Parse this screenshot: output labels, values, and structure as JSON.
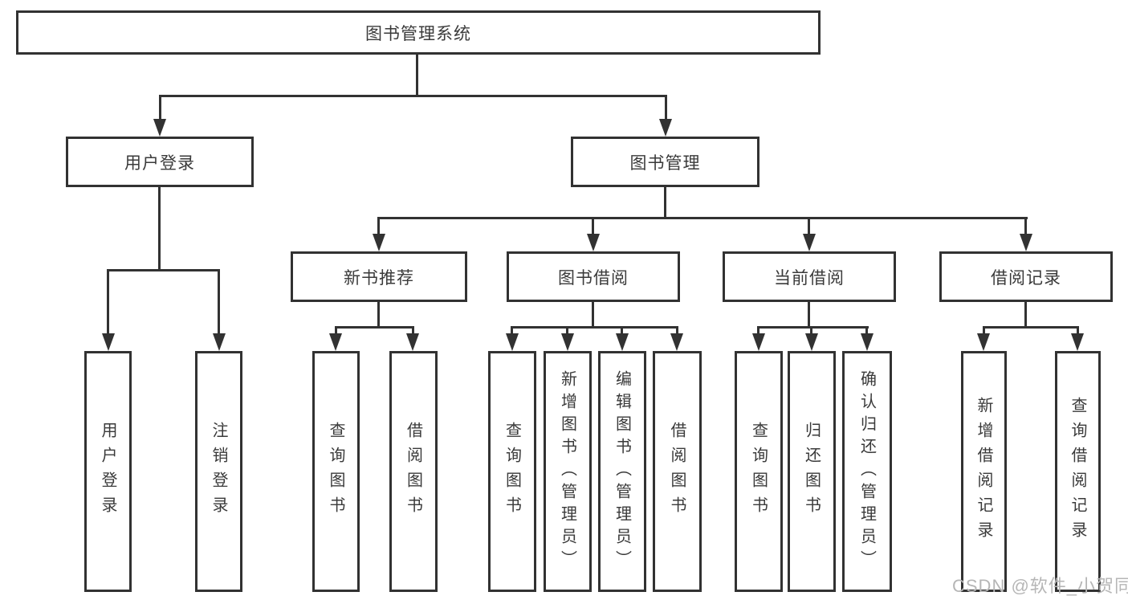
{
  "nodes": {
    "root": "图书管理系统",
    "level2": {
      "user_login": "用户登录",
      "book_management": "图书管理"
    },
    "level3": {
      "new_book_rec": "新书推荐",
      "book_borrow": "图书借阅",
      "current_borrow": "当前借阅",
      "borrow_record": "借阅记录"
    },
    "leaves": {
      "user_login": "用户登录",
      "logout": "注销登录",
      "rec_query_books": "查询图书",
      "rec_borrow_books": "借阅图书",
      "bb_query_books": "查询图书",
      "bb_add_books": "新增图书（管理员）",
      "bb_edit_books": "编辑图书（管理员）",
      "bb_borrow_books": "借阅图书",
      "cb_query_books": "查询图书",
      "cb_return_books": "归还图书",
      "cb_confirm_return": "确认归还（管理员）",
      "br_add_record": "新增借阅记录",
      "br_query_record": "查询借阅记录"
    }
  },
  "watermark": "CSDN @软件_小贺同学",
  "colors": {
    "line": "#323232",
    "text": "#3a3a3a",
    "watermark": "#b6b6b6",
    "background": "#ffffff"
  }
}
